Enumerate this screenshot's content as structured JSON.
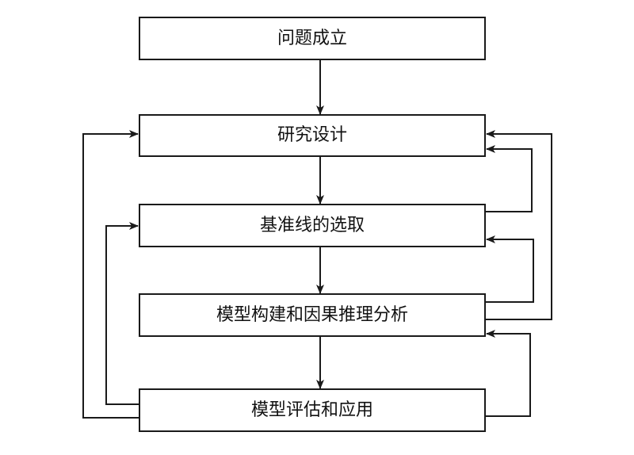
{
  "nodes": [
    {
      "id": "problem",
      "label": "问题成立"
    },
    {
      "id": "design",
      "label": "研究设计"
    },
    {
      "id": "baseline",
      "label": "基准线的选取"
    },
    {
      "id": "modeling",
      "label": "模型构建和因果推理分析"
    },
    {
      "id": "evaluation",
      "label": "模型评估和应用"
    }
  ],
  "edges": [
    {
      "from": "problem",
      "to": "design",
      "kind": "forward"
    },
    {
      "from": "design",
      "to": "baseline",
      "kind": "forward"
    },
    {
      "from": "baseline",
      "to": "modeling",
      "kind": "forward"
    },
    {
      "from": "modeling",
      "to": "evaluation",
      "kind": "forward"
    },
    {
      "from": "baseline",
      "to": "design",
      "kind": "feedback"
    },
    {
      "from": "modeling",
      "to": "design",
      "kind": "feedback"
    },
    {
      "from": "modeling",
      "to": "baseline",
      "kind": "feedback"
    },
    {
      "from": "evaluation",
      "to": "modeling",
      "kind": "feedback"
    },
    {
      "from": "evaluation",
      "to": "design",
      "kind": "feedback"
    },
    {
      "from": "evaluation",
      "to": "baseline",
      "kind": "feedback"
    }
  ]
}
